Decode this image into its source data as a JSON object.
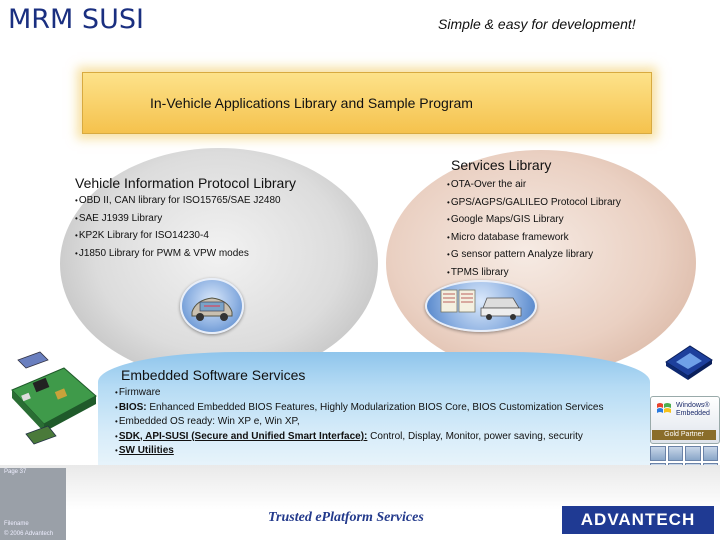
{
  "header": {
    "title": "MRM SUSI",
    "tagline": "Simple & easy for development!"
  },
  "banner": {
    "text": "In-Vehicle Applications Library and Sample Program"
  },
  "vehicle_protocol": {
    "title": "Vehicle Information Protocol Library",
    "items": [
      "OBD II, CAN library for ISO15765/SAE J2480",
      "SAE J1939 Library",
      "KP2K Library for ISO14230-4",
      "J1850 Library for PWM & VPW modes"
    ],
    "icon": "car-diagnostics-icon"
  },
  "services": {
    "title": "Services Library",
    "items": [
      "OTA-Over the air",
      "GPS/AGPS/GALILEO Protocol Library",
      "Google Maps/GIS Library",
      "Micro database framework",
      "G sensor pattern Analyze library",
      "TPMS library"
    ],
    "icon": "vehicle-services-icon"
  },
  "embedded": {
    "title": "Embedded Software Services",
    "firmware": "Firmware",
    "bios_label": "BIOS:",
    "bios_text": "Enhanced Embedded BIOS Features, Highly Modularization BIOS Core, BIOS Customization Services",
    "os_text": "Embedded OS ready: Win XP e, Win XP,",
    "sdk_label": "SDK, API-SUSI (Secure and Unified Smart Interface):",
    "sdk_text": "Control, Display, Monitor, power saving, security",
    "sw_utilities": "SW Utilities"
  },
  "badge": {
    "line1": "Windows®",
    "line2": "Embedded",
    "partner": "Gold Partner"
  },
  "footer": {
    "page": "Page 37",
    "filename": "Filename",
    "copyright": "© 2006 Advantech",
    "slogan": "Trusted ePlatform Services",
    "logo": "ADVANTECH"
  },
  "colors": {
    "title_blue": "#1a2f80",
    "banner_gold": "#f5c24d",
    "logo_blue": "#1f3a93"
  }
}
